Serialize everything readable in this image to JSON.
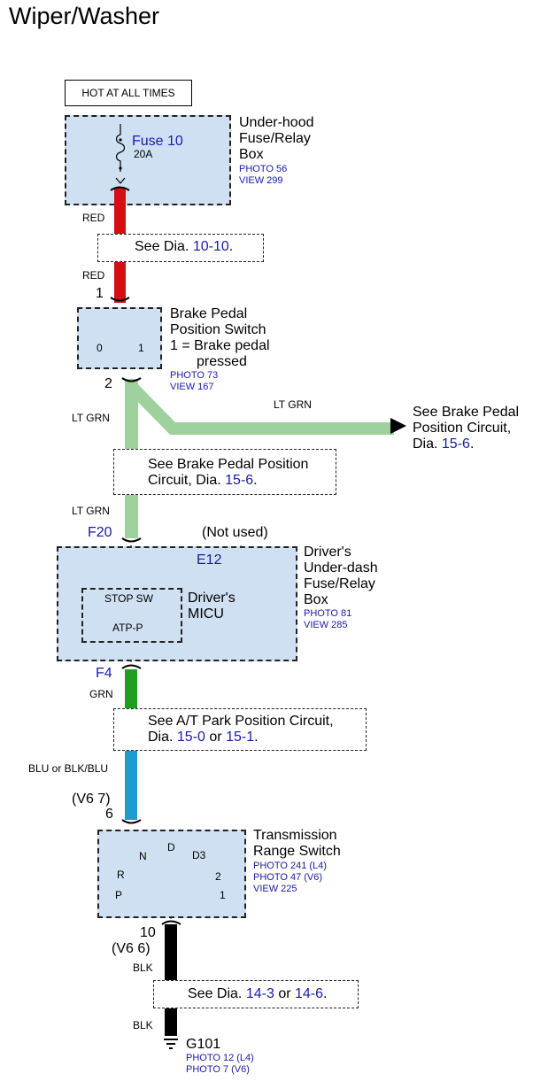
{
  "title": "Wiper/Washer",
  "hot": "HOT AT ALL TIMES",
  "fuse_box": {
    "fuse": "Fuse 10",
    "amps": "20A",
    "name_lines": [
      "Under-hood",
      "Fuse/Relay",
      "Box"
    ],
    "photo": "PHOTO 56",
    "view": "VIEW 299"
  },
  "wires": {
    "red_top": "RED",
    "red_bottom": "RED",
    "ltgrn_1": "LT GRN",
    "ltgrn_2": "LT GRN",
    "ltgrn_3": "LT GRN",
    "grn": "GRN",
    "blu": "BLU or BLK/BLU",
    "blk_1": "BLK",
    "blk_2": "BLK"
  },
  "notes": {
    "n1_text": "See Dia.",
    "n1_ref": "10-10",
    "n2_line1": "See Brake Pedal Position",
    "n2_line2_text": "Circuit, Dia.",
    "n2_ref": "15-6",
    "n3_line1": "See A/T Park Position Circuit,",
    "n3_line2_text": "Dia.",
    "n3_ref1": "15-0",
    "n3_or": "or",
    "n3_ref2": "15-1",
    "n4_text": "See Dia.",
    "n4_ref1": "14-3",
    "n4_or": "or",
    "n4_ref2": "14-6"
  },
  "brake_switch": {
    "pin_top": "1",
    "pin_bottom": "2",
    "name_lines": [
      "Brake Pedal",
      "Position Switch",
      "1 = Brake pedal",
      "pressed"
    ],
    "pos0": "0",
    "pos1": "1",
    "photo": "PHOTO 73",
    "view": "VIEW 167"
  },
  "branch": {
    "lines": [
      "See Brake Pedal",
      "Position Circuit,"
    ],
    "dia_text": "Dia.",
    "dia_ref": "15-6"
  },
  "micu_box": {
    "pin_in": "F20",
    "not_used": "(Not used)",
    "pin_e12": "E12",
    "stop_sw": "STOP SW",
    "atp": "ATP-P",
    "micu_lines": [
      "Driver's",
      "MICU"
    ],
    "name_lines": [
      "Driver's",
      "Under-dash",
      "Fuse/Relay",
      "Box"
    ],
    "photo": "PHOTO 81",
    "view": "VIEW 285",
    "pin_out": "F4"
  },
  "trs": {
    "pin_top_v6": "(V6 7)",
    "pin_top": "6",
    "name_lines": [
      "Transmission",
      "Range Switch"
    ],
    "photos": [
      "PHOTO 241 (L4)",
      "PHOTO 47 (V6)",
      "VIEW 225"
    ],
    "positions": [
      "N",
      "D",
      "D3",
      "R",
      "2",
      "P",
      "1"
    ],
    "pin_bottom": "10",
    "pin_bottom_v6": "(V6 6)"
  },
  "ground": {
    "name": "G101",
    "photos": [
      "PHOTO 12 (L4)",
      "PHOTO 7 (V6)"
    ]
  },
  "colors": {
    "red": "#d40f14",
    "ltgrn": "#9fd19f",
    "grn": "#1f9d1f",
    "blu": "#1e9bd0",
    "blk": "#000000",
    "box": "#cfe0f2",
    "ref": "#1a1aa8"
  }
}
